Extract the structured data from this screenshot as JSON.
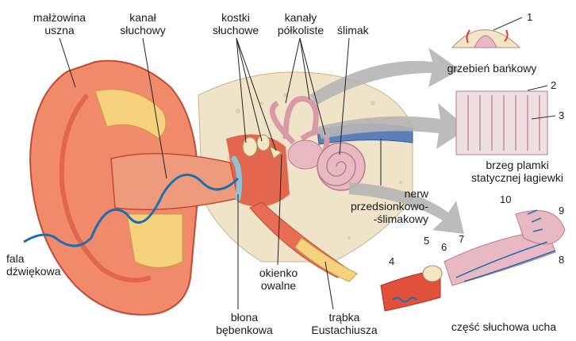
{
  "labels": {
    "auricle": [
      "małżowina",
      "uszna"
    ],
    "ear_canal": [
      "kanał",
      "słuchowy"
    ],
    "ossicles": [
      "kostki",
      "słuchowe"
    ],
    "semicircular_canals": [
      "kanały",
      "półkoliste"
    ],
    "cochlea": "ślimak",
    "sound_wave": [
      "fala",
      "dźwiękowa"
    ],
    "eardrum": [
      "błona",
      "bębenkowa"
    ],
    "oval_window": [
      "okienko",
      "owalne"
    ],
    "nerve": [
      "nerw",
      "przedsionkowo-",
      "-ślimakowy"
    ],
    "eustachian_tube": [
      "trąbka",
      "Eustachiusza"
    ]
  },
  "insets": {
    "crista": {
      "caption": "grzebień bańkowy",
      "numbers": [
        "1"
      ]
    },
    "macula": {
      "caption": [
        "brzeg plamki",
        "statycznej łagiewki"
      ],
      "numbers": [
        "2",
        "3"
      ]
    },
    "cochlear_section": {
      "caption": "część słuchowa ucha",
      "numbers": [
        "4",
        "5",
        "6",
        "7",
        "8",
        "9",
        "10"
      ]
    }
  },
  "colors": {
    "skin": "#f08a6a",
    "skin_dark": "#d6503a",
    "cartilage": "#f7d27e",
    "bone": "#efe4c8",
    "inner_ear": "#e9b9c3",
    "nerve": "#5d7fb8",
    "wave": "#1b6fb0",
    "arrow": "#b5b5b5"
  }
}
